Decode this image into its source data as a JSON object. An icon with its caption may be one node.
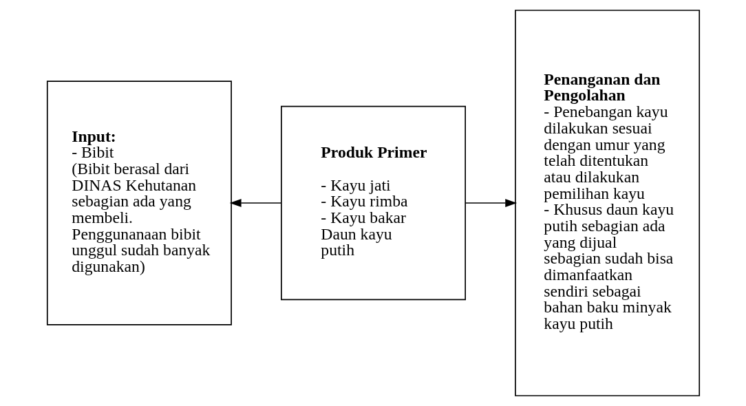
{
  "diagram": {
    "nodes": [
      {
        "text": [
          "Input:",
          "- Bibit",
          "(Bibit berasal dari DINAS Kehutanan sebagian ada yang membeli. Penggunanaan bibit unggul sudah banyak digunakan)"
        ]
      },
      {
        "text": [
          "Produk Primer",
          "- Kayu jati",
          "- Kayu rimba",
          "- Kayu bakar Daun kayu putih"
        ]
      },
      {
        "text": [
          "Penanganan dan Pengolahan",
          "- Penebangan kayu dilakukan sesuai dengan umur yang telah ditentukan atau dilakukan pemilihan kayu",
          "- Khusus daun kayu putih sebagian ada yang dijual sebagian sudah bisa dimanfaatkan sendiri sebagai bahan baku minyak kayu putih"
        ]
      }
    ],
    "edges": [
      {
        "from": 1,
        "to": 0,
        "arrow": "to"
      },
      {
        "from": 1,
        "to": 2,
        "arrow": "to"
      }
    ]
  }
}
